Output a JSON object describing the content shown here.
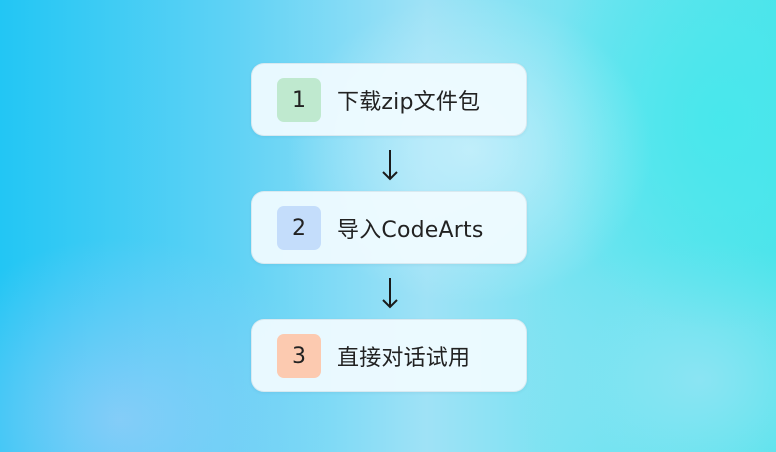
{
  "steps": [
    {
      "number": "1",
      "label": "下载zip文件包",
      "badge_color": "#bfe9cf"
    },
    {
      "number": "2",
      "label": "导入CodeArts",
      "badge_color": "#c4ddfb"
    },
    {
      "number": "3",
      "label": "直接对话试用",
      "badge_color": "#fccab0"
    }
  ]
}
